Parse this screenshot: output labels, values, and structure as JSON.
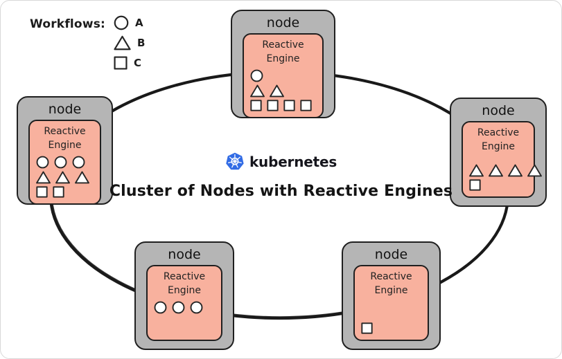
{
  "legend": {
    "title": "Workflows:",
    "items": [
      {
        "shape": "circle",
        "label": "A"
      },
      {
        "shape": "triangle",
        "label": "B"
      },
      {
        "shape": "square",
        "label": "C"
      }
    ]
  },
  "center": {
    "brand": "kubernetes",
    "logo": "kubernetes-helm-logo",
    "title": "Cluster of Nodes with Reactive Engines"
  },
  "nodes": [
    {
      "id": "top",
      "label": "node",
      "engine_label": "Reactive Engine",
      "shape_rows": [
        [
          "circle"
        ],
        [
          "triangle",
          "triangle"
        ],
        [
          "square",
          "square",
          "square",
          "square"
        ]
      ]
    },
    {
      "id": "left",
      "label": "node",
      "engine_label": "Reactive Engine",
      "shape_rows": [
        [
          "circle",
          "circle",
          "circle"
        ],
        [
          "triangle",
          "triangle",
          "triangle"
        ],
        [
          "square",
          "square"
        ]
      ]
    },
    {
      "id": "right",
      "label": "node",
      "engine_label": "Reactive Engine",
      "shape_rows": [
        [
          "triangle",
          "triangle",
          "triangle",
          "triangle"
        ],
        [
          "square"
        ]
      ]
    },
    {
      "id": "bottom-left",
      "label": "node",
      "engine_label": "Reactive Engine",
      "shape_rows": [
        [
          "circle",
          "circle",
          "circle"
        ]
      ]
    },
    {
      "id": "bottom-right",
      "label": "node",
      "engine_label": "Reactive Engine",
      "shape_rows": [
        [
          "square"
        ]
      ]
    }
  ],
  "colors": {
    "node_fill": "#b5b5b5",
    "engine_fill": "#f8b19e",
    "outline": "#1f1f1f",
    "ring": "#1a1a1a",
    "shape_fill": "#ffffff",
    "kubernetes_blue": "#326ce5",
    "brand_text": "#15151c",
    "background": "#ffffff"
  }
}
